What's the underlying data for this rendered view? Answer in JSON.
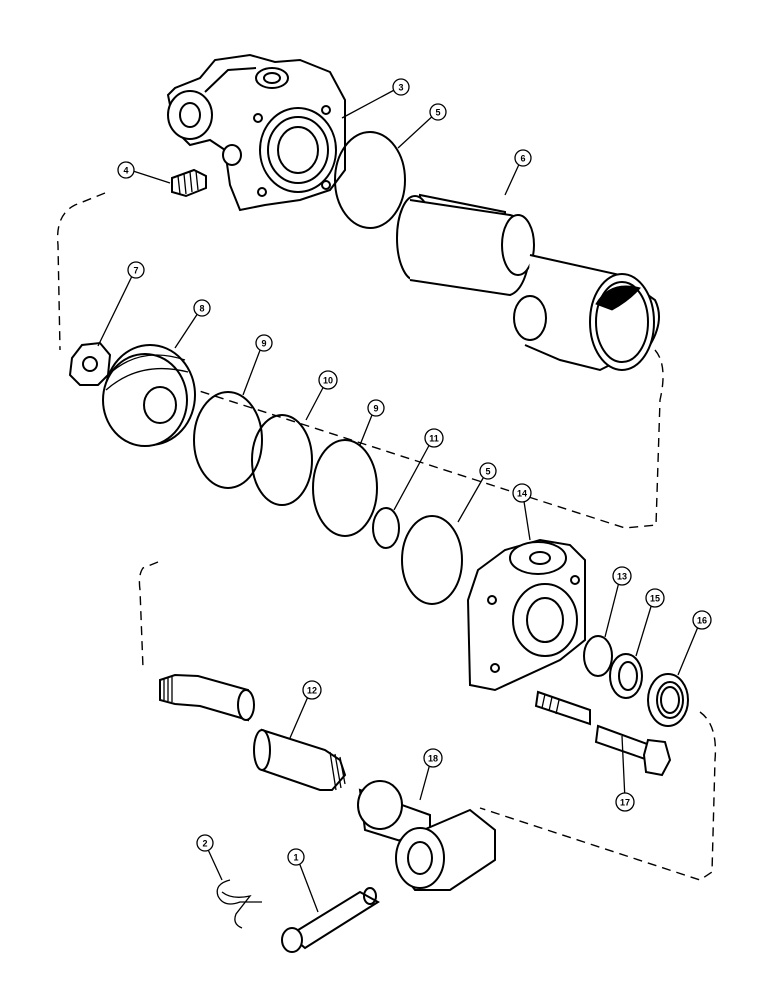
{
  "diagram": {
    "callouts": [
      {
        "id": "c3",
        "label": "3"
      },
      {
        "id": "c5a",
        "label": "5"
      },
      {
        "id": "c6",
        "label": "6"
      },
      {
        "id": "c4",
        "label": "4"
      },
      {
        "id": "c7",
        "label": "7"
      },
      {
        "id": "c8",
        "label": "8"
      },
      {
        "id": "c9a",
        "label": "9"
      },
      {
        "id": "c10",
        "label": "10"
      },
      {
        "id": "c9b",
        "label": "9"
      },
      {
        "id": "c11",
        "label": "11"
      },
      {
        "id": "c5b",
        "label": "5"
      },
      {
        "id": "c14",
        "label": "14"
      },
      {
        "id": "c13",
        "label": "13"
      },
      {
        "id": "c15",
        "label": "15"
      },
      {
        "id": "c16",
        "label": "16"
      },
      {
        "id": "c12",
        "label": "12"
      },
      {
        "id": "c18",
        "label": "18"
      },
      {
        "id": "c17",
        "label": "17"
      },
      {
        "id": "c2",
        "label": "2"
      },
      {
        "id": "c1",
        "label": "1"
      }
    ]
  }
}
